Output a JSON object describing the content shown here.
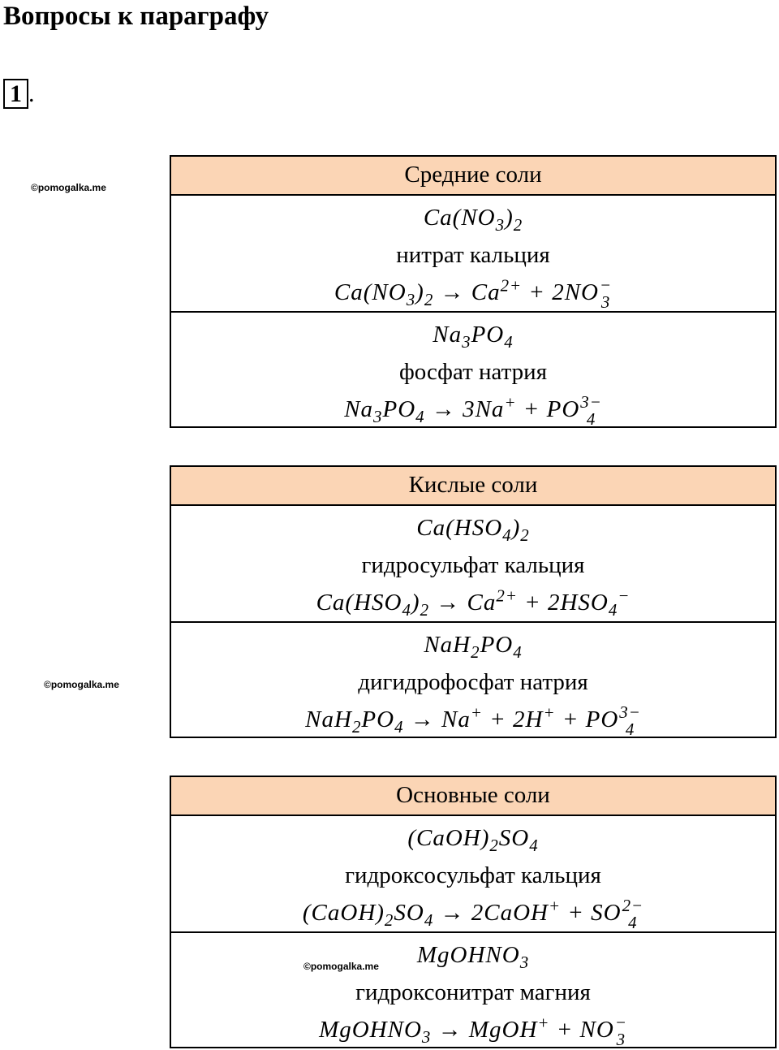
{
  "page": {
    "title": "Вопросы к параграфу",
    "question_number": "1",
    "question_dot": ".",
    "watermark": "©pomogalka.me"
  },
  "tables": [
    {
      "header": "Средние соли",
      "rows": [
        {
          "formula": [
            "Ca(NO",
            "3",
            ")",
            "2"
          ],
          "name": "нитрат кальция",
          "equation": [
            "Ca(NO",
            "3",
            ")",
            "2",
            " → Ca",
            "2+",
            " + 2NO",
            "3",
            "−"
          ]
        },
        {
          "formula": [
            "Na",
            "3",
            "PO",
            "4"
          ],
          "name": "фосфат натрия",
          "equation": [
            "Na",
            "3",
            "PO",
            "4",
            " → 3Na",
            "+",
            " + PO",
            "4",
            "3−"
          ]
        }
      ]
    },
    {
      "header": "Кислые соли",
      "rows": [
        {
          "formula": [
            "Ca(HSO",
            "4",
            ")",
            "2"
          ],
          "name": "гидросульфат кальция",
          "equation": [
            "Ca(HSO",
            "4",
            ")",
            "2",
            " → Ca",
            "2+",
            " + 2HSO",
            "4",
            "−"
          ]
        },
        {
          "formula": [
            "NaH",
            "2",
            "PO",
            "4"
          ],
          "name": "дигидрофосфат натрия",
          "equation": [
            "NaH",
            "2",
            "PO",
            "4",
            " → Na",
            "+",
            " + 2H",
            "+",
            " + PO",
            "4",
            "3−"
          ]
        }
      ]
    },
    {
      "header": "Основные соли",
      "rows": [
        {
          "formula": [
            "(CaOH)",
            "2",
            "SO",
            "4"
          ],
          "name": "гидроксосульфат кальция",
          "equation": [
            "(CaOH)",
            "2",
            "SO",
            "4",
            " → 2CaOH",
            "+",
            " + SO",
            "4",
            "2−"
          ]
        },
        {
          "formula": [
            "MgOHNO",
            "3"
          ],
          "name": "гидроксонитрат магния",
          "equation": [
            "MgOHNO",
            "3",
            " → MgOH",
            "+",
            " + NO",
            "3",
            "−"
          ]
        }
      ]
    }
  ]
}
